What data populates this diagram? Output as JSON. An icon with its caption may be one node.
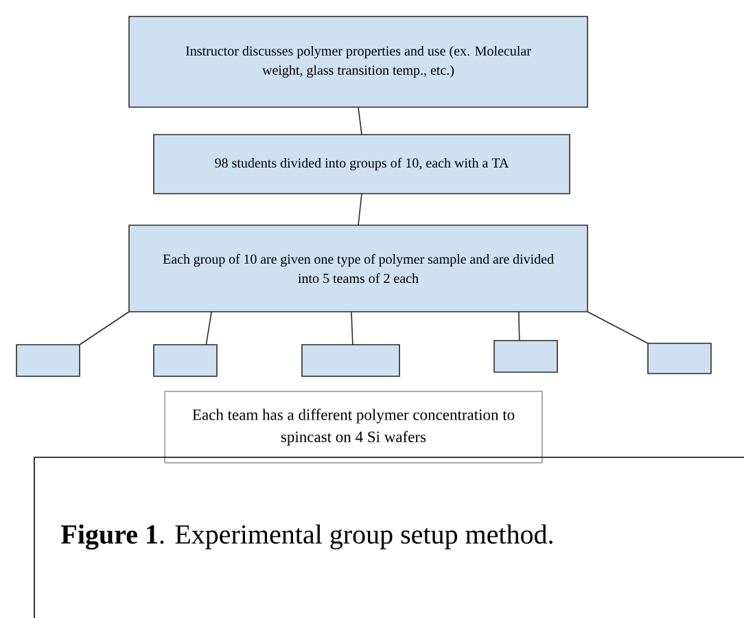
{
  "diagram": {
    "caption": "**Figure 1**. Experimental group setup method.",
    "nodes": [
      {
        "text": [
          "Instructor discusses polymer properties and use (ex. Molecular weight, glass transition temp., etc.)"
        ]
      },
      {
        "text": [
          "98 students divided into groups of 10, each with a TA"
        ]
      },
      {
        "text": [
          "Each group of 10 are given one type of polymer sample and are divided into 5 teams of 2 each"
        ]
      },
      {
        "text": [],
        "shape": "box"
      },
      {
        "text": [],
        "shape": "box"
      },
      {
        "text": [],
        "shape": "box"
      },
      {
        "text": [],
        "shape": "box"
      },
      {
        "text": [],
        "shape": "box"
      },
      {
        "text": [
          "Each team has a different polymer concentration to spincast on 4 Si wafers"
        ]
      }
    ],
    "edges": [
      {
        "from": 0,
        "to": 1,
        "arrow": "none"
      },
      {
        "from": 1,
        "to": 2,
        "arrow": "none"
      },
      {
        "from": 2,
        "to": 3,
        "arrow": "none"
      },
      {
        "from": 2,
        "to": 4,
        "arrow": "none"
      },
      {
        "from": 2,
        "to": 5,
        "arrow": "none"
      },
      {
        "from": 2,
        "to": 6,
        "arrow": "none"
      },
      {
        "from": 2,
        "to": 7,
        "arrow": "none"
      }
    ]
  }
}
